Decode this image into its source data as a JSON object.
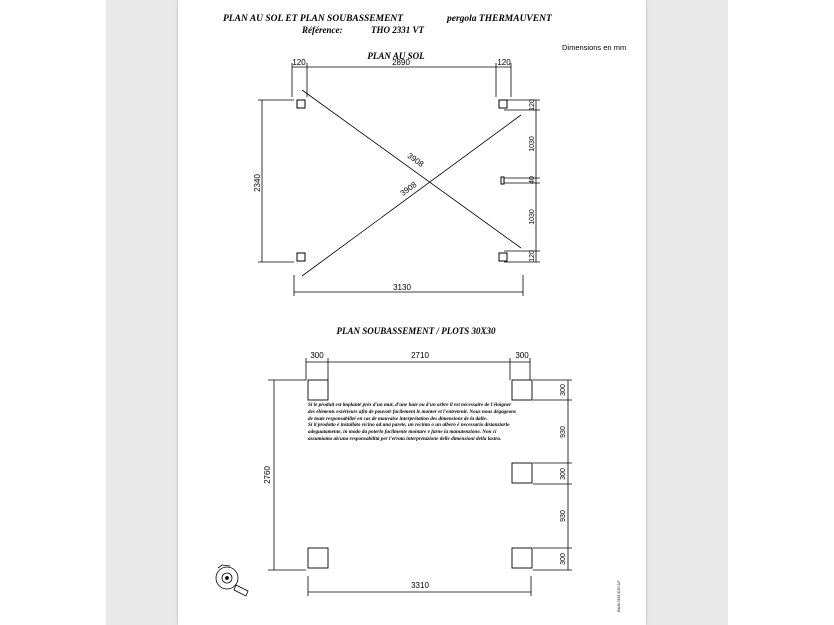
{
  "document": {
    "title_line1": "PLAN AU SOL ET PLAN SOUBASSEMENT",
    "product": "pergola THERMAUVENT",
    "reference_label": "Référence:",
    "reference_value": "THO 2331 VT",
    "units_note": "Dimensions en mm",
    "side_code": "BA.M.0333.3150.3.F"
  },
  "plan_sol": {
    "title": "PLAN AU SOL",
    "top_dims": {
      "left": "120",
      "middle": "2890",
      "right": "120"
    },
    "left_dim": "2340",
    "bottom_dim": "3130",
    "diagonal_1": "3908",
    "diagonal_2": "3908",
    "right_dims": [
      "120",
      "1030",
      "40",
      "1030",
      "120"
    ]
  },
  "plan_soubassement": {
    "title": "PLAN SOUBASSEMENT / PLOTS 30X30",
    "top_dims": {
      "left": "300",
      "middle": "2710",
      "right": "300"
    },
    "left_dim": "2760",
    "bottom_dim": "3310",
    "right_dims": [
      "300",
      "930",
      "300",
      "930",
      "300"
    ],
    "note_fr": "Si le produit est implanté près d'un mur, d'une haie ou d'un arbre il est nécessaire de l'éloigner des éléments extérieurs afin de pouvoir facilement le monter et l'entretenir. Nous nous dégageons de toute responsabilité en cas de mauvaise interprétation des dimensions de la dalle.",
    "note_it": "Si il prodotto è installato vicino ad una parete, un recinto o un albero è necessario distanziarlo adeguatamente, in modo da poterlo facilmente montare e farne la manutenzione. Non ci assumiamo alcuna responsabilità per l'errata interpretazione delle dimensioni della lastra."
  }
}
